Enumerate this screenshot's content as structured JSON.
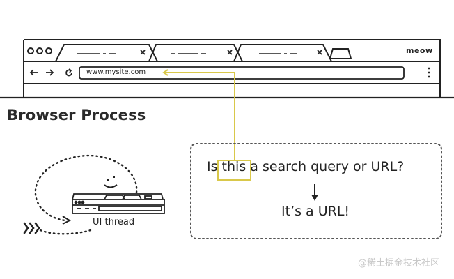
{
  "browser_window": {
    "brand": "meow",
    "url": "www.mysite.com",
    "tabs": [
      {
        "title": "— · —",
        "close": "×"
      },
      {
        "title": "— — —",
        "close": "×"
      },
      {
        "title": "— · —",
        "close": "×"
      }
    ]
  },
  "process_title": "Browser Process",
  "question": {
    "before": "Is ",
    "highlighted": "this",
    "after": " a search query or URL?"
  },
  "answer": "It’s a URL!",
  "ui_thread_label": "UI thread",
  "watermark": "@稀土掘金技术社区",
  "colors": {
    "highlight": "#d9c84a",
    "ink": "#222222"
  }
}
